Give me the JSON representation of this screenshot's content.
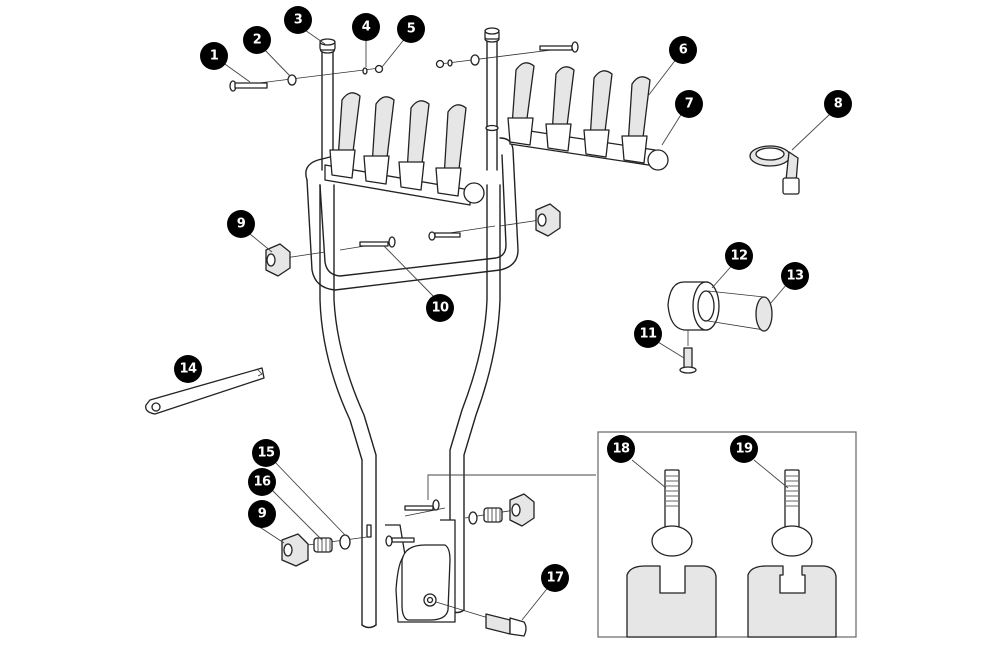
{
  "diagram": {
    "type": "exploded parts diagram",
    "subject": "tow-bar mounted bike carrier",
    "callouts": [
      {
        "id": "c1",
        "label": "1",
        "part": "long bolt"
      },
      {
        "id": "c2",
        "label": "2",
        "part": "washer"
      },
      {
        "id": "c3",
        "label": "3",
        "part": "tube end cap"
      },
      {
        "id": "c4",
        "label": "4",
        "part": "small washer"
      },
      {
        "id": "c5",
        "label": "5",
        "part": "nut"
      },
      {
        "id": "c6",
        "label": "6",
        "part": "wheel holder strap"
      },
      {
        "id": "c7",
        "label": "7",
        "part": "end cap of wheel rail"
      },
      {
        "id": "c8",
        "label": "8",
        "part": "tie-down strap with buckle"
      },
      {
        "id": "c9a",
        "label": "9",
        "part": "star knob"
      },
      {
        "id": "c10",
        "label": "10",
        "part": "bolt"
      },
      {
        "id": "c11",
        "label": "11",
        "part": "screw"
      },
      {
        "id": "c12",
        "label": "12",
        "part": "clamp sleeve"
      },
      {
        "id": "c13",
        "label": "13",
        "part": "rubber insert"
      },
      {
        "id": "c14",
        "label": "14",
        "part": "wrench"
      },
      {
        "id": "c15",
        "label": "15",
        "part": "washer"
      },
      {
        "id": "c16",
        "label": "16",
        "part": "spring"
      },
      {
        "id": "c9b",
        "label": "9",
        "part": "star knob"
      },
      {
        "id": "c17",
        "label": "17",
        "part": "coupling bolt"
      },
      {
        "id": "c18",
        "label": "18",
        "part": "carriage bolt (standard slot)"
      },
      {
        "id": "c19",
        "label": "19",
        "part": "carriage bolt (narrow slot)"
      }
    ]
  }
}
